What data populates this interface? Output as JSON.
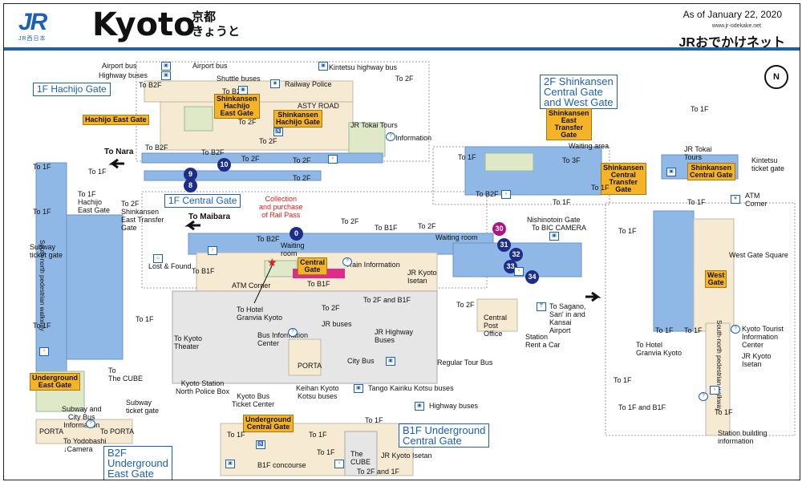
{
  "header": {
    "logo_text": "JR",
    "logo_sub": "JR西日本",
    "title": "Kyoto",
    "title_jp_kanji": "京都",
    "title_jp_kana": "きょうと",
    "date": "As of January 22, 2020",
    "url": "www.jr-odekake.net",
    "brand": "JRおでかけネット"
  },
  "colors": {
    "accent_blue": "#1d5fb4",
    "platform_blue": "#8fb8e6",
    "gate_yellow": "#f5b428",
    "red": "#e0201a",
    "floor_green": "#dfe9c8",
    "floor_beige": "#f6ead2"
  },
  "gates": {
    "hachijo": "1F Hachijo Gate",
    "central": "1F Central Gate",
    "shinkansen": [
      "2F Shinkansen",
      "Central Gate",
      "and West Gate"
    ],
    "b1f_underground": [
      "B1F Underground",
      "Central Gate"
    ],
    "b2f_underground": [
      "B2F",
      "Underground",
      "East Gate"
    ]
  },
  "gate_boxes": {
    "hachijo_east": "Hachijo East Gate",
    "shinkansen_hachijo_east": [
      "Shinkansen",
      "Hachijo",
      "East Gate"
    ],
    "shinkansen_hachijo": [
      "Shinkansen",
      "Hachijo Gate"
    ],
    "central": [
      "Central",
      "Gate"
    ],
    "shinkansen_east_transfer": [
      "Shinkansen",
      "East",
      "Transfer",
      "Gate"
    ],
    "shinkansen_central_transfer": [
      "Shinkansen",
      "Central",
      "Transfer",
      "Gate"
    ],
    "shinkansen_central": [
      "Shinkansen",
      "Central Gate"
    ],
    "west": [
      "West",
      "Gate"
    ],
    "underground_east": [
      "Underground",
      "East Gate"
    ],
    "underground_central": [
      "Underground",
      "Central Gate"
    ]
  },
  "platforms": [
    "0",
    "9",
    "8",
    "10",
    "30",
    "31",
    "32",
    "33",
    "34"
  ],
  "labels": {
    "airport_bus_1": "Airport bus",
    "airport_bus_2": "Airport bus",
    "highway_buses_top": "Highway buses",
    "kintetsu_highway_bus": "Kintetsu highway bus",
    "shuttle_buses": "Shuttle buses",
    "railway_police": "Railway Police",
    "asty_road": "ASTY ROAD",
    "jr_tokai_tours": "JR Tokai Tours",
    "information": "Information",
    "to_nara": "To Nara",
    "to_maibara": "To Maibara",
    "collection": [
      "Collection",
      "and purchase",
      "of Rail Pass"
    ],
    "waiting_room_1": [
      "Waiting",
      "room"
    ],
    "waiting_room_2": "Waiting room",
    "lost_found": "Lost & Found",
    "atm_corner": "ATM Corner",
    "train_information": "Train Information",
    "jr_kyoto_isetan_1": [
      "JR Kyoto",
      "Isetan"
    ],
    "nishinotoin_gate": "Nishinotoin Gate",
    "to_bic_camera": "To BIC CAMERA",
    "waiting_area": "Waiting area",
    "jr_tokai_tours_2": [
      "JR Tokai",
      "Tours"
    ],
    "kintetsu_ticket_gate": [
      "Kintetsu",
      "ticket gate"
    ],
    "atm_corner_2": [
      "ATM",
      "Corner"
    ],
    "west_gate_square": "West Gate Square",
    "to_hotel_granvia_1": [
      "To Hotel",
      "Granvia Kyoto"
    ],
    "to_hotel_granvia_2": [
      "To Hotel",
      "Granvia Kyoto"
    ],
    "to_kyoto_theater": [
      "To Kyoto",
      "Theater"
    ],
    "jr_buses": "JR buses",
    "jr_highway_buses": [
      "JR Highway",
      "Buses"
    ],
    "bus_information_center": [
      "Bus Information",
      "Center"
    ],
    "porta": "PORTA",
    "city_bus": "City Bus",
    "regular_tour_bus": "Regular Tour Bus",
    "central_post_office": [
      "Central",
      "Post",
      "Office"
    ],
    "station_rent_a_car": [
      "Station",
      "Rent a Car"
    ],
    "to_sagano": [
      "To Sagano,",
      "San' in and",
      "Kansai",
      "Airport"
    ],
    "kyoto_tourist_info": [
      "Kyoto Tourist",
      "Information",
      "Center"
    ],
    "jr_kyoto_isetan_2": [
      "JR Kyoto",
      "Isetan"
    ],
    "south_north_walkway": "South-north pedestrian walkway",
    "south_north_walkway_left": "South-north pedestrian walkway",
    "kyoto_station_police": [
      "Kyoto Station",
      "North Police Box"
    ],
    "kyoto_bus_ticket": [
      "Kyoto Bus",
      "Ticket Center"
    ],
    "tango_kairiku": "Tango Kairiku Kotsu buses",
    "keihan_kyoto": [
      "Keihan Kyoto",
      "Kotsu buses"
    ],
    "highway_buses_bottom": "Highway buses",
    "subway_city_bus": [
      "Subway and",
      "City Bus",
      "Information"
    ],
    "subway_ticket_gate_1": [
      "Subway",
      "ticket gate"
    ],
    "subway_ticket_gate_2": [
      "Subway",
      "ticket gate"
    ],
    "to_the_cube": [
      "To",
      "The CUBE"
    ],
    "porta_bottom": "PORTA",
    "to_porta": "To PORTA",
    "to_yodobashi": [
      "To Yodobashi",
      "↓Camera"
    ],
    "b1f_concourse": "B1F concourse",
    "the_cube": [
      "The",
      "CUBE"
    ],
    "jr_kyoto_isetan_3": "JR Kyoto Isetan",
    "station_building_info": [
      "Station building",
      "information"
    ],
    "hachijo_east_gate_2": [
      "Hachijo",
      "East Gate"
    ],
    "to_2f_shinkansen_transfer": [
      "To 2F",
      "Shinkansen",
      "East Transfer",
      "Gate"
    ],
    "to_2f_and_b1f": "To 2F and B1F",
    "to_1f_and_b1f": "To 1F and B1F",
    "to_2f_and_1f": "To 2F and 1F",
    "to_b2f": "To B2F",
    "to_b1f": "To B1F",
    "to_1f": "To 1F",
    "to_2f": "To 2F",
    "to_3f": "To 3F"
  }
}
